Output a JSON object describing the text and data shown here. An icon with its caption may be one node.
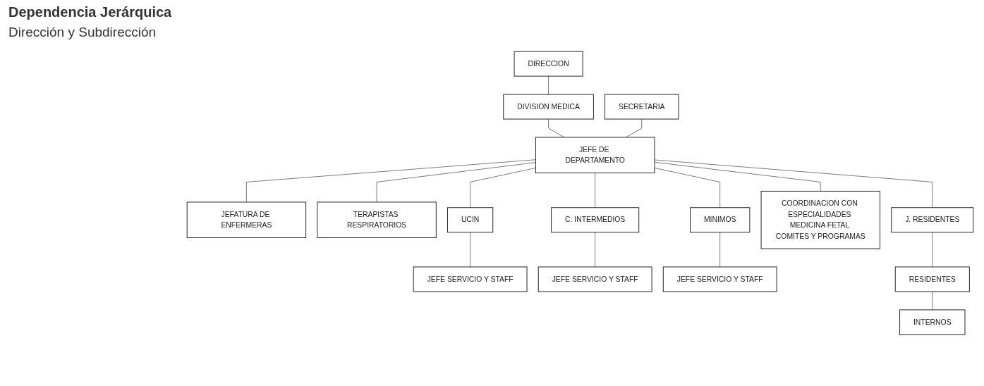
{
  "diagram": {
    "title": "Dependencia Jerárquica",
    "labels": [
      "Dirección y Subdirección"
    ],
    "nodes": [
      {
        "text": [
          "DIRECCION"
        ]
      },
      {
        "text": [
          "DIVISION MEDICA"
        ]
      },
      {
        "text": [
          "SECRETARIA"
        ]
      },
      {
        "text": [
          "JEFE DE DEPARTAMENTO"
        ]
      },
      {
        "text": [
          "JEFATURA DE ENFERMERAS"
        ]
      },
      {
        "text": [
          "TERAPISTAS RESPIRATORIOS"
        ]
      },
      {
        "text": [
          "UCIN"
        ]
      },
      {
        "text": [
          "C. INTERMEDIOS"
        ]
      },
      {
        "text": [
          "MINIMOS"
        ]
      },
      {
        "text": [
          "COORDINACION CON ESPECIALIDADES MEDICINA FETAL COMITES Y PROGRAMAS"
        ]
      },
      {
        "text": [
          "J. RESIDENTES"
        ]
      },
      {
        "text": [
          "JEFE SERVICIO Y STAFF"
        ]
      },
      {
        "text": [
          "JEFE SERVICIO Y STAFF"
        ]
      },
      {
        "text": [
          "JEFE SERVICIO Y STAFF"
        ]
      },
      {
        "text": [
          "RESIDENTES"
        ]
      },
      {
        "text": [
          "INTERNOS"
        ]
      }
    ],
    "edges": [
      {
        "from": 0,
        "to": 1,
        "arrow": "none"
      },
      {
        "from": 1,
        "to": 3,
        "arrow": "none"
      },
      {
        "from": 2,
        "to": 3,
        "arrow": "none"
      },
      {
        "from": 3,
        "to": 4,
        "arrow": "none"
      },
      {
        "from": 3,
        "to": 5,
        "arrow": "none"
      },
      {
        "from": 3,
        "to": 6,
        "arrow": "none"
      },
      {
        "from": 3,
        "to": 7,
        "arrow": "none"
      },
      {
        "from": 3,
        "to": 8,
        "arrow": "none"
      },
      {
        "from": 3,
        "to": 9,
        "arrow": "none"
      },
      {
        "from": 3,
        "to": 10,
        "arrow": "none"
      },
      {
        "from": 6,
        "to": 11,
        "arrow": "none"
      },
      {
        "from": 7,
        "to": 12,
        "arrow": "none"
      },
      {
        "from": 8,
        "to": 13,
        "arrow": "none"
      },
      {
        "from": 10,
        "to": 14,
        "arrow": "none"
      },
      {
        "from": 14,
        "to": 15,
        "arrow": "none"
      }
    ]
  }
}
